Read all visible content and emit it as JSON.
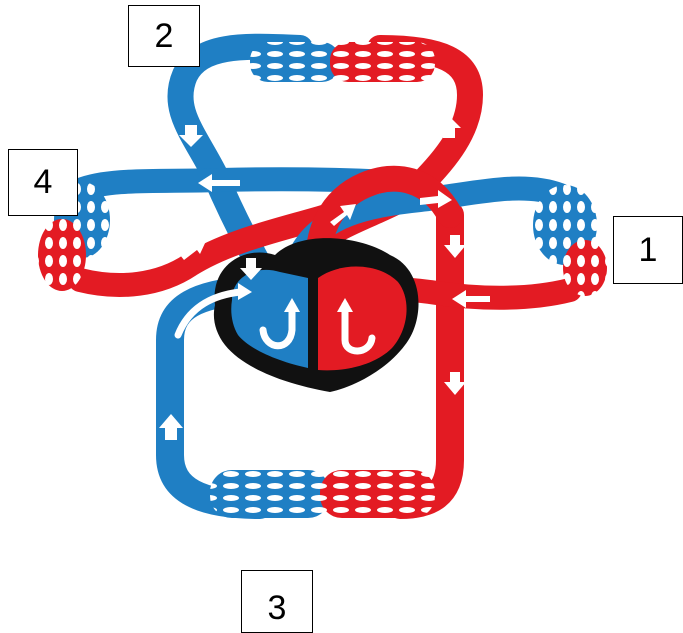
{
  "labels": {
    "label_1": "1",
    "label_2": "2",
    "label_3": "3",
    "label_4": "4"
  },
  "colors": {
    "oxygenated": "#e31b23",
    "deoxygenated": "#1f7fc4",
    "heart_outline": "#111111",
    "arrow": "#ffffff"
  }
}
